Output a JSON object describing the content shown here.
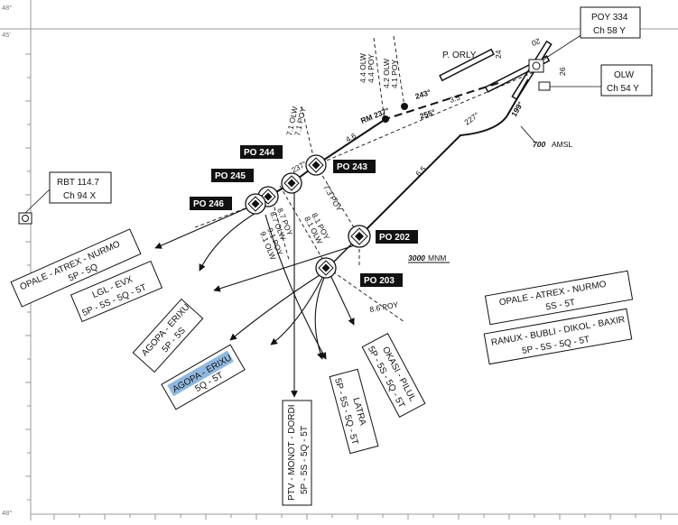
{
  "grid_labels": {
    "lat_top": "48°",
    "lat_top_min": "45'",
    "lat_bottom": "48°"
  },
  "navaids": {
    "poy": {
      "name": "POY 334",
      "channel": "Ch 58 Y"
    },
    "olw": {
      "name": "OLW",
      "channel": "Ch 54 Y"
    },
    "rbt": {
      "name": "RBT 114.7",
      "channel": "Ch 94 X"
    }
  },
  "airport": {
    "name": "P. ORLY",
    "runway_a_end": "24",
    "runway_b_end": "26",
    "runway_c_end": "20"
  },
  "waypoints": {
    "po243": "PO 243",
    "po244": "PO 244",
    "po245": "PO 245",
    "po246": "PO 246",
    "po202": "PO 202",
    "po203": "PO 203"
  },
  "route_labels": {
    "rm237": "RM 237°",
    "rad243": "243°",
    "rad255": "255°",
    "rad227": "227°",
    "rad199": "199°",
    "rad237": "237°",
    "d35": "3.5",
    "d46": "4.6",
    "d65": "6.5",
    "alt700": "700",
    "alt700_unit": "AMSL",
    "alt3000": "3000",
    "alt3000_unit": "MNM",
    "f44poy": "4.4 POY",
    "f44olw": "4.4 OLW",
    "f41poy": "4.1 POY",
    "f42olw": "4.2 OLW",
    "f71poy": "7.1 POY",
    "f71olw": "7.1 OLW",
    "f73poy": "7.3 POY",
    "f87poy": "8.7 POY",
    "f87olw": "8.7 OLW",
    "f91poy": "9.1 POY",
    "f91olw": "9.1 OLW",
    "f81poy": "8.1 POY",
    "f81olw": "8.1 OLW",
    "f86poy": "8.6 POY"
  },
  "exit_boxes": {
    "b1": {
      "line1": "OPALE - ATREX - NURMO",
      "line2": "5P - 5Q"
    },
    "b2": {
      "line1": "LGL - EVX",
      "line2": "5P - 5S - 5Q - 5T"
    },
    "b3": {
      "line1": "AGOPA - ERIXU",
      "line2": "5P - 5S"
    },
    "b4": {
      "line1": "AGOPA - ERIXU",
      "line2": "5Q - 5T"
    },
    "b5": {
      "line1": "PTV - MONOT - DORDI",
      "line2": "5P - 5S - 5Q - 5T"
    },
    "b6": {
      "line1": "LATRA",
      "line2": "5P - 5S - 5Q - 5T"
    },
    "b7": {
      "line1": "OKASI - PILUL",
      "line2": "5P - 5S - 5Q - 5T"
    },
    "b8": {
      "line1": "OPALE - ATREX - NURMO",
      "line2": "5S - 5T"
    },
    "b9": {
      "line1": "RANUX - BUBLI - DIKOL - BAXIR",
      "line2": "5P - 5S - 5Q - 5T"
    }
  },
  "colors": {
    "highlight": "#8fb8df",
    "ink": "#111111",
    "frame": "#9a9a9a"
  }
}
